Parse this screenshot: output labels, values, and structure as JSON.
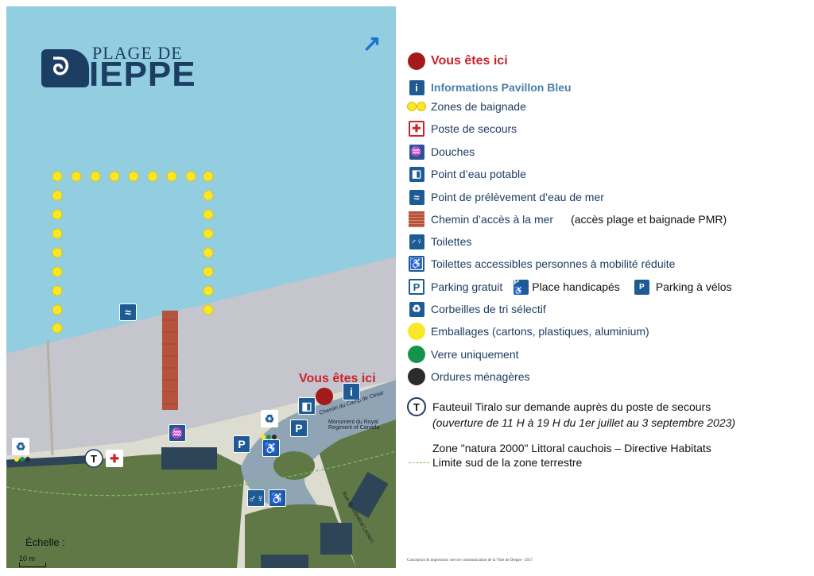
{
  "map": {
    "logo_small": "PLAGE DE",
    "logo_big": "IEPPE",
    "logo_initial": "D",
    "north_icon": "north-arrow-icon",
    "here_label": "Vous êtes ici",
    "scale_title": "Échelle :",
    "scale_value": "10 m",
    "streets": {
      "camp_cesar": "Chemin du Camp de César",
      "general_leclerc": "Rue du Général Leclerc",
      "monument": "Monument du Royal Regiment of Canada"
    },
    "colors": {
      "sky": "#92cde0",
      "beach": "#c5c5cd",
      "grass": "#5f7845",
      "road": "#8fa4b4",
      "building": "#2d4556",
      "zone_dot": "#fbe72a",
      "here": "#a41919"
    }
  },
  "legend": {
    "vous_etes_ici": "Vous êtes ici",
    "informations": "Informations Pavillon Bleu",
    "zones_baignade": "Zones de baignade",
    "poste_secours": "Poste de secours",
    "douches": "Douches",
    "point_eau": "Point d’eau potable",
    "prelevement": "Point de prélèvement d’eau de mer",
    "chemin": "Chemin d’accès à la mer",
    "chemin_note": "(accès plage et baignade PMR)",
    "toilettes": "Toilettes",
    "toilettes_pmr": "Toilettes accessibles personnes à mobilité réduite",
    "parking": "Parking gratuit",
    "place_handicapes": "Place handicapés",
    "parking_velos": "Parking à vélos",
    "corbeilles": "Corbeilles de tri sélectif",
    "emballages": "Emballages (cartons, plastiques, aluminium)",
    "verre": "Verre uniquement",
    "ordures": "Ordures ménagères",
    "tiralo": "Fauteuil Tiralo sur demande auprès du poste de secours",
    "tiralo_hours": "(ouverture de 11 H à 19 H du 1er juillet au 3 septembre 2023)",
    "natura": "Zone \"natura 2000\" Littoral cauchois – Directive Habitats",
    "limite": "Limite sud de la zone terrestre",
    "credit": "Conception & impression: service communication de la Ville de Dieppe - 2017",
    "colors": {
      "red": "#a41919",
      "yellow": "#fbe72a",
      "green": "#16934a",
      "black": "#2b2b2b",
      "blue": "#1e5a94",
      "brick": "#b5533c"
    }
  }
}
